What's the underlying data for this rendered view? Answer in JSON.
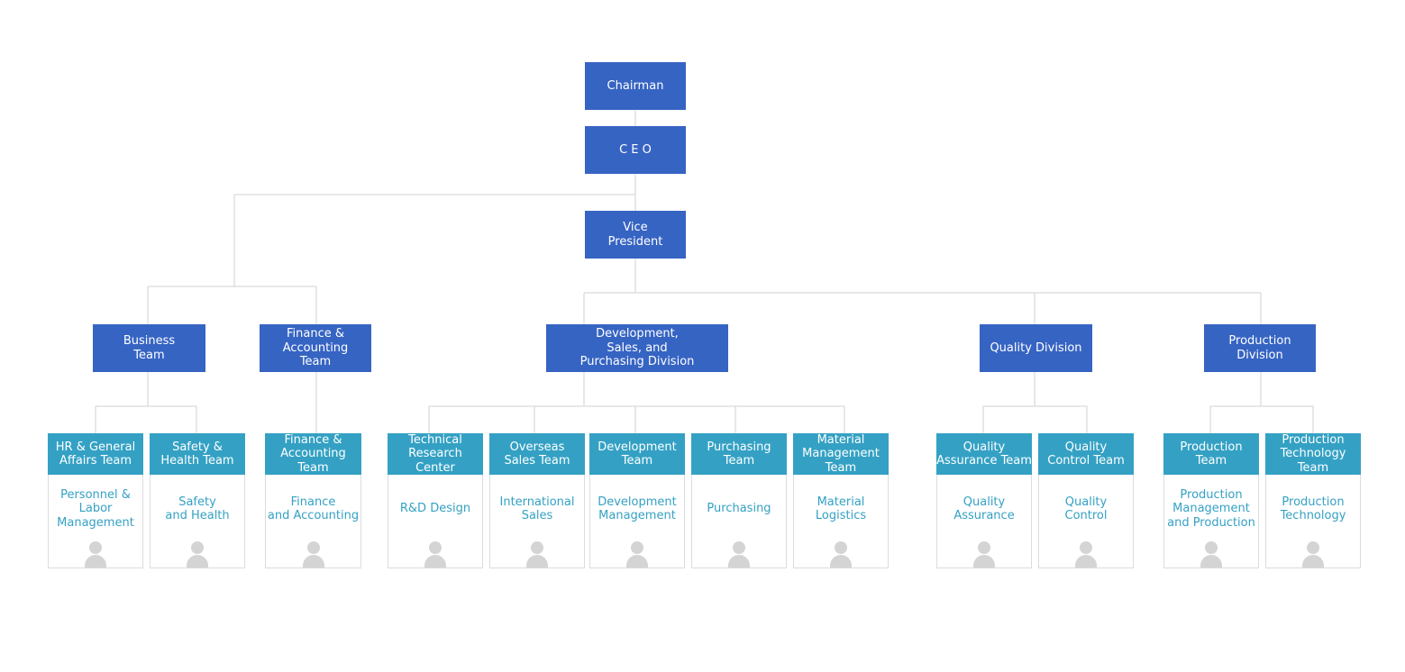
{
  "executives": {
    "chairman": "Chairman",
    "ceo": "C E O",
    "vice_president": "Vice\nPresident"
  },
  "divisions": {
    "business": "Business\nTeam",
    "finance": "Finance &\nAccounting\nTeam",
    "development": "Development,\nSales, and\nPurchasing Division",
    "quality": "Quality Division",
    "production": "Production Division"
  },
  "teams": [
    {
      "name": "HR & General\nAffairs Team",
      "role": "Personnel &\nLabor\nManagement"
    },
    {
      "name": "Safety &\nHealth Team",
      "role": "Safety\nand Health"
    },
    {
      "name": "Finance &\nAccounting Team",
      "role": "Finance\nand Accounting"
    },
    {
      "name": "Technical\nResearch Center",
      "role": "R&D Design"
    },
    {
      "name": "Overseas\nSales Team",
      "role": "International\nSales"
    },
    {
      "name": "Development\nTeam",
      "role": "Development\nManagement"
    },
    {
      "name": "Purchasing\nTeam",
      "role": "Purchasing"
    },
    {
      "name": "Material\nManagement\nTeam",
      "role": "Material\nLogistics"
    },
    {
      "name": "Quality\nAssurance Team",
      "role": "Quality\nAssurance"
    },
    {
      "name": "Quality\nControl Team",
      "role": "Quality\nControl"
    },
    {
      "name": "Production\nTeam",
      "role": "Production\nManagement\nand Production"
    },
    {
      "name": "Production\nTechnology Team",
      "role": "Production\nTechnology"
    }
  ],
  "colors": {
    "executive_box": "#3664c3",
    "team_header": "#34a1c4",
    "team_role_text": "#34a1c4",
    "connector": "#d0d0d0",
    "person_icon": "#d4d4d4"
  },
  "icons": {
    "team_member": "person-icon"
  }
}
